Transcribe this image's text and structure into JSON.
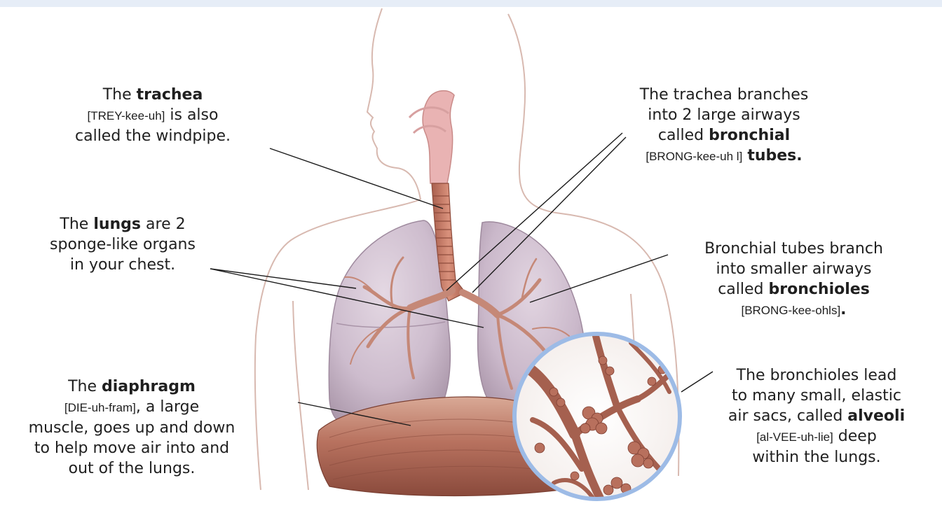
{
  "trachea": {
    "line1_pre": "The ",
    "line1_bold": "trachea",
    "line2_pron": "[TREY-kee-uh]",
    "line2_post": " is also",
    "line3": "called the windpipe."
  },
  "lungs": {
    "line1_pre": "The ",
    "line1_bold": "lungs",
    "line1_post": " are 2",
    "line2": "sponge-like organs",
    "line3": "in your chest."
  },
  "diaphragm": {
    "line1_pre": "The ",
    "line1_bold": "diaphragm",
    "line2_pron": "[DIE-uh-fram]",
    "line2_post": ", a large",
    "line3": "muscle, goes up and down",
    "line4": "to help move air into and",
    "line5": "out of the lungs."
  },
  "bronchial": {
    "line1": "The trachea branches",
    "line2": "into 2 large airways",
    "line3_pre": "called ",
    "line3_bold": "bronchial",
    "line4_pron": "[BRONG-kee-uh l]",
    "line4_bold": "tubes."
  },
  "bronchioles": {
    "line1": "Bronchial tubes branch",
    "line2": "into smaller airways",
    "line3_pre": "called ",
    "line3_bold": "bronchioles",
    "line4_pron": "[BRONG-kee-ohls]",
    "line4_bold": "."
  },
  "alveoli": {
    "line1": "The bronchioles lead",
    "line2": "to many small, elastic",
    "line3_pre": "air sacs, called ",
    "line3_bold": "alveoli",
    "line4_pron": "[al-VEE-uh-lie]",
    "line4_post": " deep",
    "line5": "within the lungs."
  },
  "colors": {
    "lung_fill": "#cdbccd",
    "trachea": "#c97d6a",
    "airway": "#c58877",
    "diaphragm": "#a5604f",
    "body_outline": "#d8b9b0",
    "zoom_ring": "#9dbbe6",
    "leader_line": "#1a1a1a",
    "top_band": "#e6edf7"
  }
}
